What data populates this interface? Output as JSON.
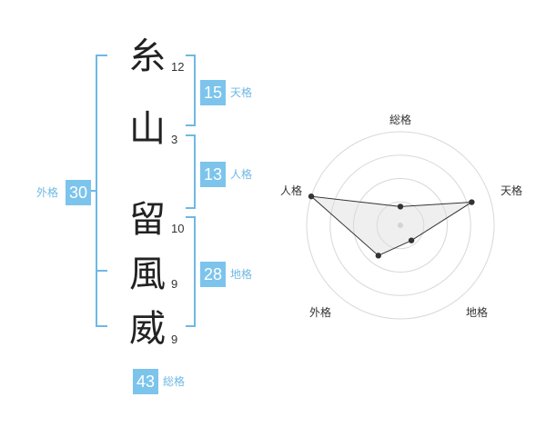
{
  "name_chars": [
    {
      "char": "糸",
      "strokes": "12"
    },
    {
      "char": "山",
      "strokes": "3"
    },
    {
      "char": "留",
      "strokes": "10"
    },
    {
      "char": "風",
      "strokes": "9"
    },
    {
      "char": "威",
      "strokes": "9"
    }
  ],
  "kaku": {
    "tenkaku": {
      "value": "15",
      "label": "天格"
    },
    "jinkaku": {
      "value": "13",
      "label": "人格"
    },
    "chikaku": {
      "value": "28",
      "label": "地格"
    },
    "gaikaku": {
      "value": "30",
      "label": "外格"
    },
    "soukaku": {
      "value": "43",
      "label": "総格"
    }
  },
  "radar": {
    "axes": [
      "総格",
      "天格",
      "地格",
      "外格",
      "人格"
    ],
    "levels": 4,
    "values": [
      1,
      4,
      1,
      2,
      5
    ],
    "max": 5
  },
  "colors": {
    "accent": "#7cc4ec",
    "bracket": "#6fb8e3",
    "radar_fill": "#eeeeee",
    "radar_line": "#333333"
  }
}
